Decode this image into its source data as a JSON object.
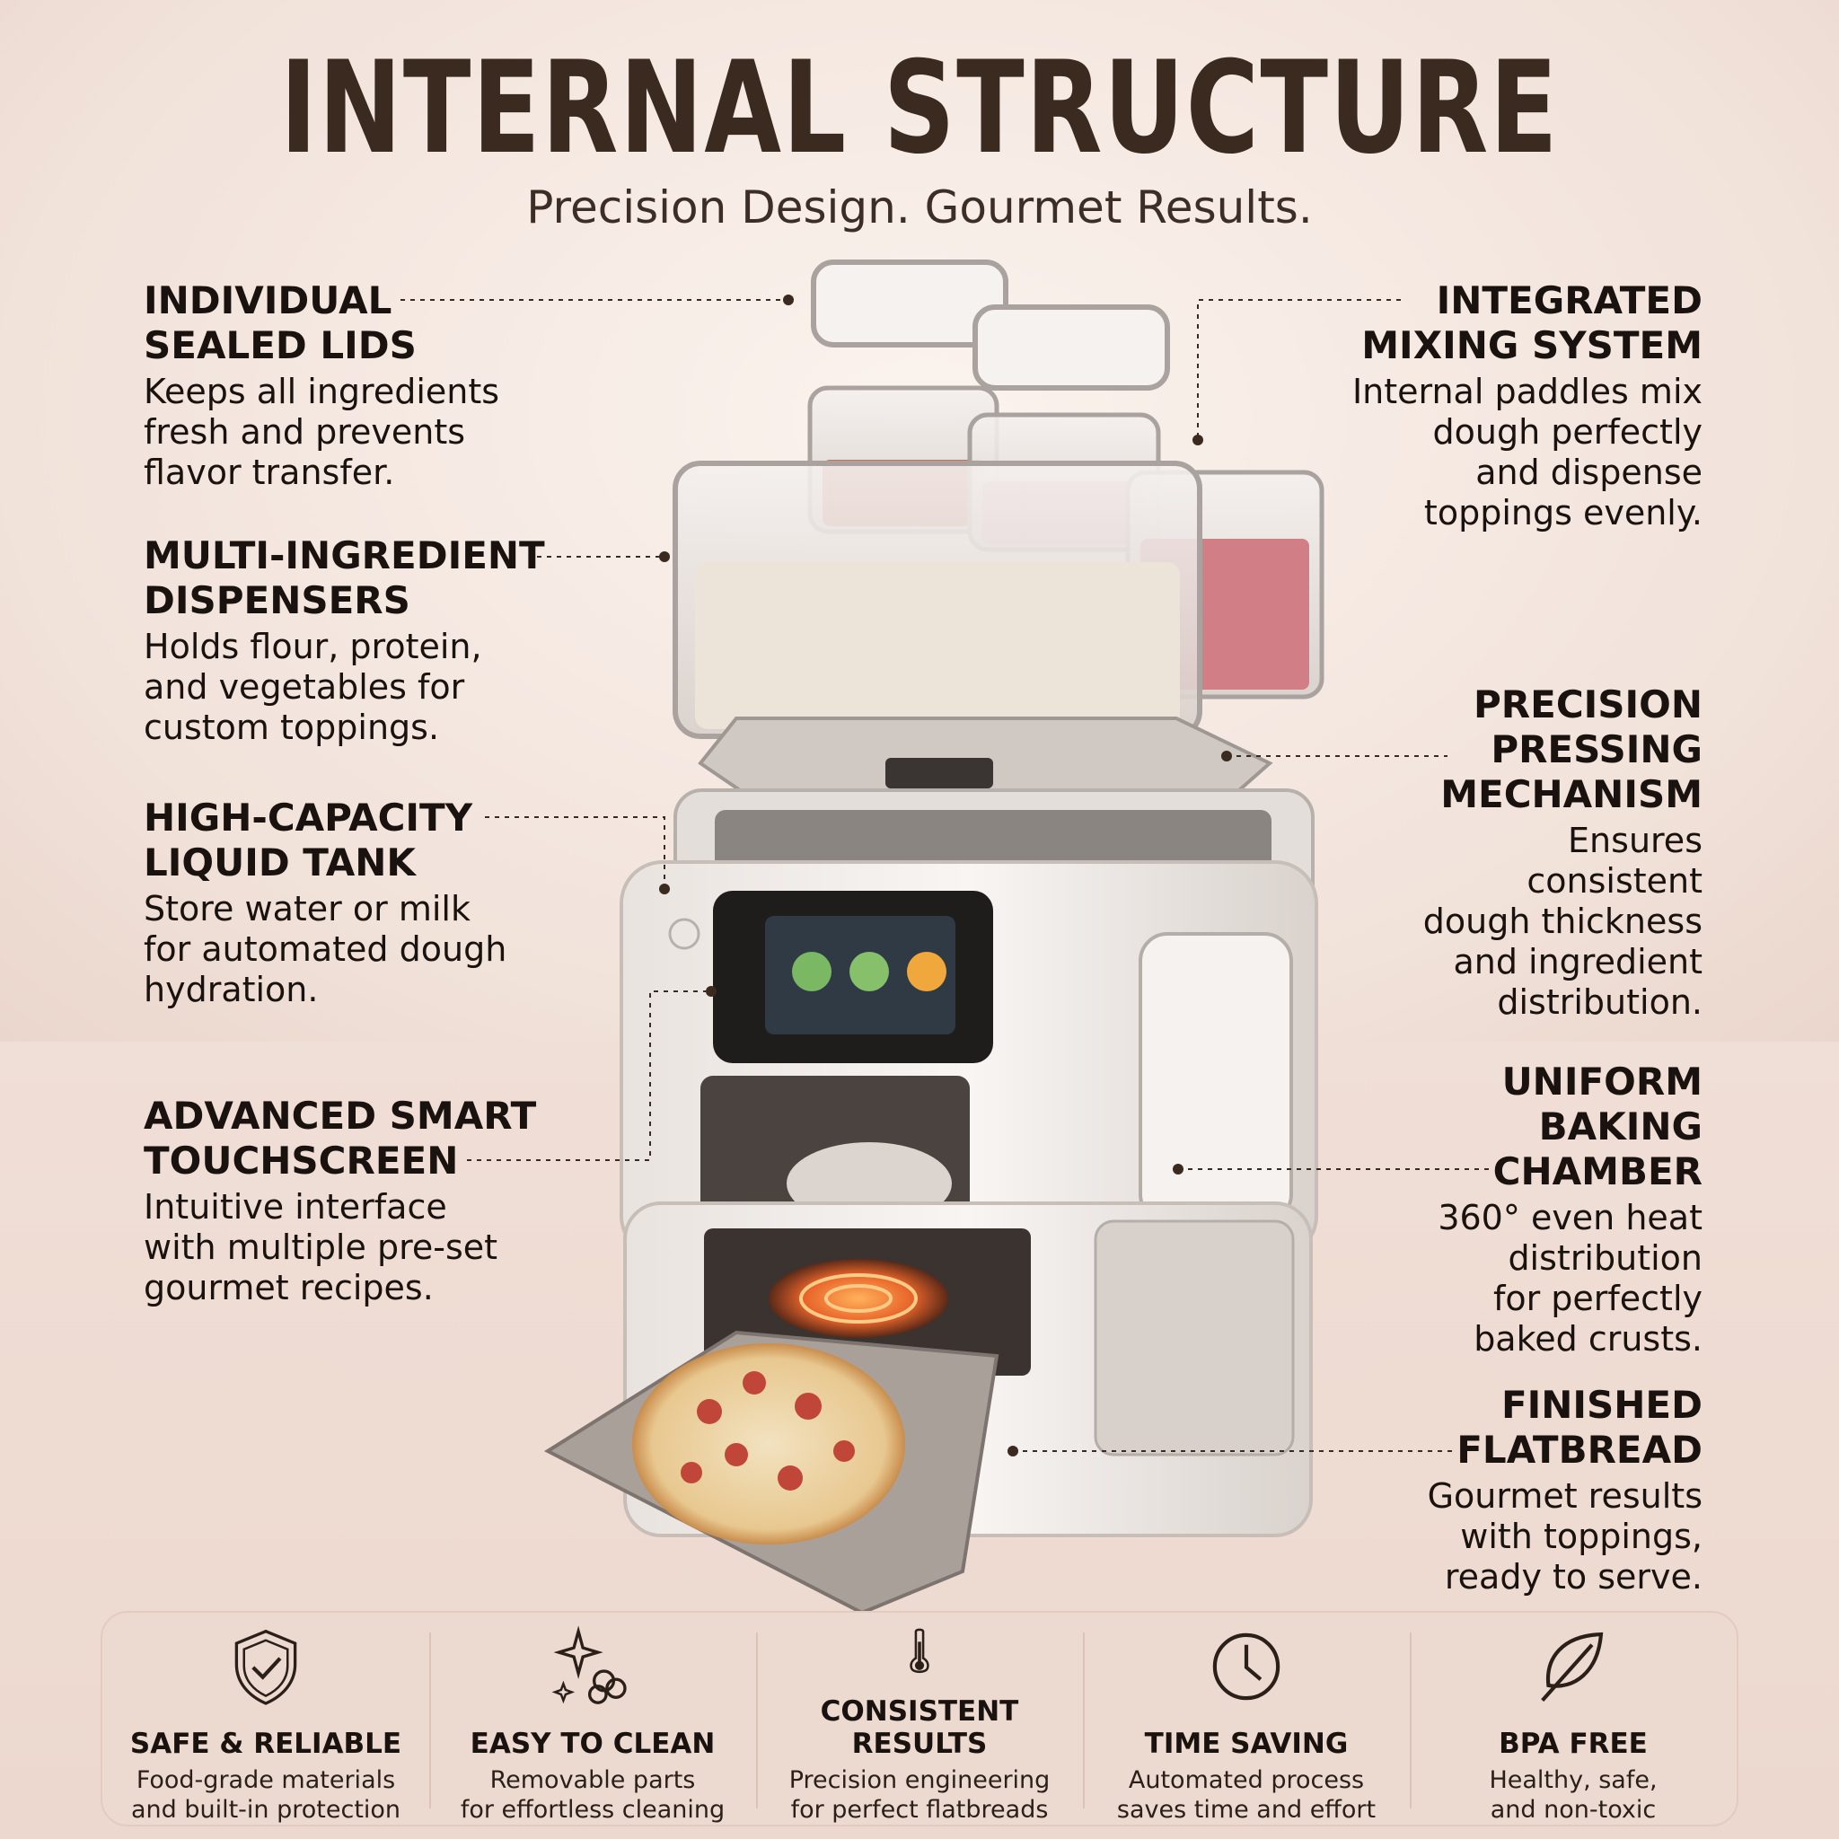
{
  "header": {
    "title": "INTERNAL STRUCTURE",
    "subtitle": "Precision Design. Gourmet Results."
  },
  "left_labels": [
    {
      "heading": "INDIVIDUAL\nSEALED LIDS",
      "desc": "Keeps all ingredients\nfresh and prevents\nflavor transfer."
    },
    {
      "heading": "MULTI-INGREDIENT\nDISPENSERS",
      "desc": "Holds flour, protein,\nand vegetables for\ncustom toppings."
    },
    {
      "heading": "HIGH-CAPACITY\nLIQUID TANK",
      "desc": "Store water or milk\nfor automated dough\nhydration."
    },
    {
      "heading": "ADVANCED SMART\nTOUCHSCREEN",
      "desc": "Intuitive interface\nwith multiple pre-set\ngourmet recipes."
    }
  ],
  "right_labels": [
    {
      "heading": "INTEGRATED\nMIXING SYSTEM",
      "desc": "Internal paddles mix\ndough perfectly\nand dispense\ntoppings evenly."
    },
    {
      "heading": "PRECISION\nPRESSING\nMECHANISM",
      "desc": "Ensures\nconsistent\ndough thickness\nand ingredient\ndistribution."
    },
    {
      "heading": "UNIFORM\nBAKING\nCHAMBER",
      "desc": "360° even heat\ndistribution\nfor perfectly\nbaked crusts."
    },
    {
      "heading": "FINISHED\nFLATBREAD",
      "desc": "Gourmet results\nwith toppings,\nready to serve."
    }
  ],
  "features": [
    {
      "icon": "shield-check-icon",
      "title": "SAFE & RELIABLE",
      "desc": "Food-grade materials\nand built-in protection"
    },
    {
      "icon": "sparkle-icon",
      "title": "EASY TO CLEAN",
      "desc": "Removable parts\nfor effortless cleaning"
    },
    {
      "icon": "thermometer-icon",
      "title": "CONSISTENT RESULTS",
      "desc": "Precision engineering\nfor perfect flatbreads"
    },
    {
      "icon": "clock-icon",
      "title": "TIME SAVING",
      "desc": "Automated process\nsaves time and effort"
    },
    {
      "icon": "leaf-icon",
      "title": "BPA FREE",
      "desc": "Healthy, safe,\nand non-toxic"
    }
  ],
  "colors": {
    "title": "#3a2a20",
    "background": "#f4e6df",
    "machine_body": "#f3efec",
    "accent_heat": "#e8642a"
  }
}
